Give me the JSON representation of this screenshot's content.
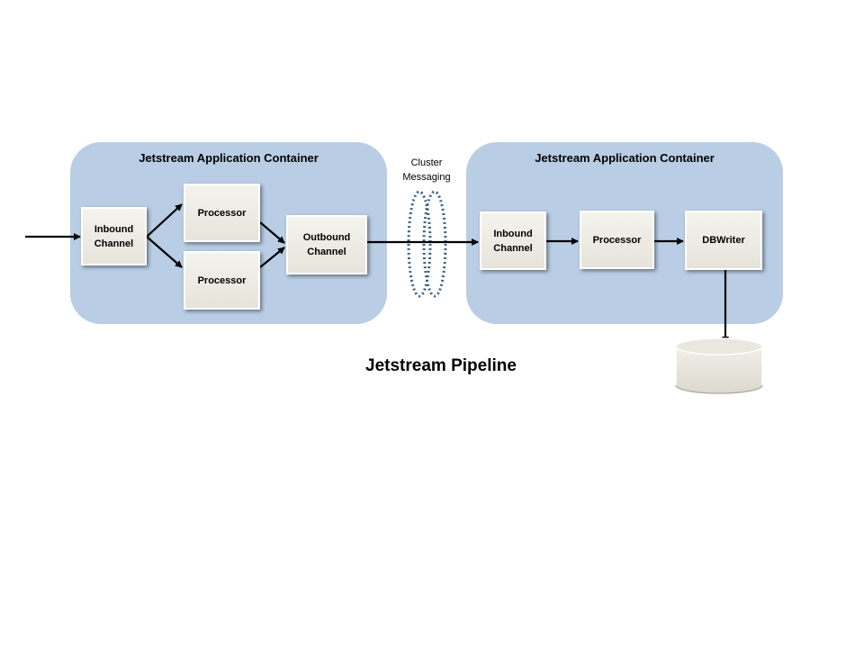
{
  "diagram": {
    "title": "Jetstream Pipeline",
    "containers": [
      {
        "id": "left",
        "title": "Jetstream Application Container"
      },
      {
        "id": "right",
        "title": "Jetstream Application Container"
      }
    ],
    "nodes": {
      "left_inbound": "Inbound\nChannel",
      "left_processor_top": "Processor",
      "left_processor_bottom": "Processor",
      "left_outbound": "Outbound\nChannel",
      "right_inbound": "Inbound\nChannel",
      "right_processor": "Processor",
      "right_dbwriter": "DBWriter"
    },
    "cluster_label": "Cluster\nMessaging",
    "colors": {
      "container_fill": "#b9cde5",
      "node_fill": "#ece9e0",
      "arrow": "#000000",
      "cluster_ring": "#3a5f85"
    },
    "database_icon": "database-cylinder-icon"
  }
}
